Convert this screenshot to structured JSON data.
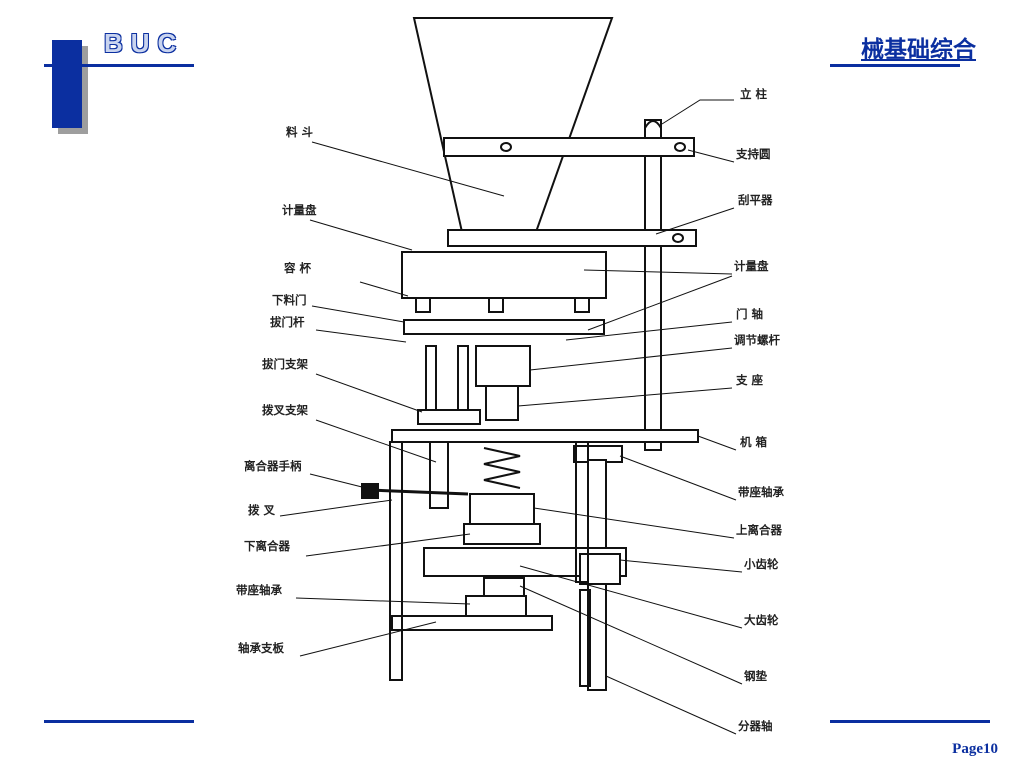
{
  "header": {
    "logo_text": "BUC",
    "title": "械基础综合"
  },
  "footer": {
    "page": "Page10"
  },
  "diagram": {
    "labels_left": [
      "料 斗",
      "计量盘",
      "容 杯",
      "下料门",
      "拔门杆",
      "拔门支架",
      "拨叉支架",
      "离合器手柄",
      "拨 叉",
      "下离合器",
      "带座轴承",
      "轴承支板"
    ],
    "labels_right": [
      "立 柱",
      "支持圆",
      "刮平器",
      "计量盘",
      "门 轴",
      "调节螺杆",
      "支 座",
      "机 箱",
      "带座轴承",
      "上离合器",
      "小齿轮",
      "大齿轮",
      "钢垫",
      "分器轴"
    ]
  }
}
